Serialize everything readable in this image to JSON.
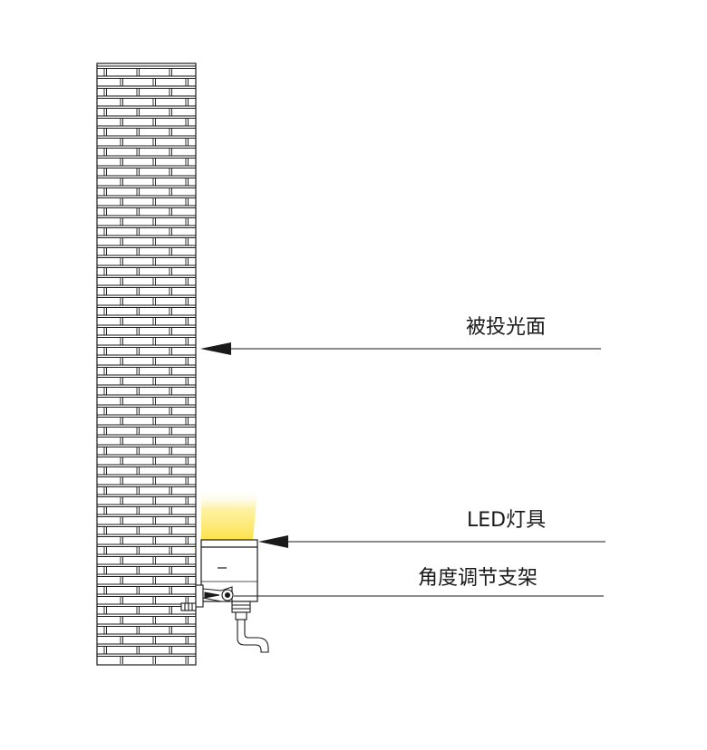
{
  "labels": {
    "projection_surface": "被投光面",
    "led_fixture": "LED灯具",
    "angle_bracket": "角度调节支架"
  },
  "colors": {
    "line": "#1a1a1a",
    "light": "#fde24a",
    "background": "#ffffff"
  }
}
